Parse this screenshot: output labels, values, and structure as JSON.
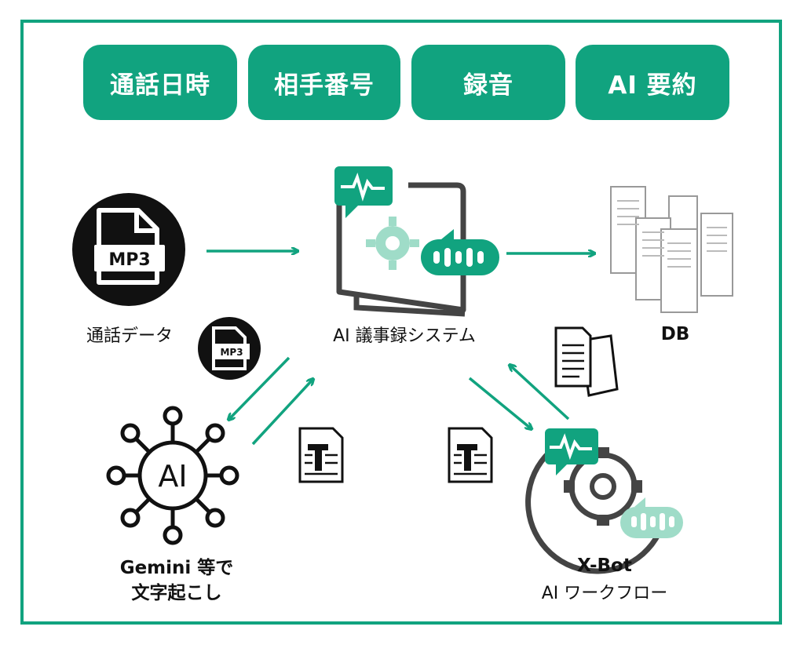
{
  "header_pills": [
    {
      "label": "通話日時"
    },
    {
      "label": "相手番号"
    },
    {
      "label": "録音"
    },
    {
      "label": "AI 要約"
    }
  ],
  "nodes": {
    "call_data": {
      "label": "通話データ",
      "file_label": "MP3"
    },
    "ai_system": {
      "label": "AI 議事録システム"
    },
    "db": {
      "label": "DB"
    },
    "gemini": {
      "line1": "Gemini 等で",
      "line2": "文字起こし",
      "icon_text": "AI"
    },
    "xbot": {
      "line1": "X-Bot",
      "line2": "AI ワークフロー"
    }
  },
  "colors": {
    "accent": "#11a37f",
    "accent_light": "#9fdcc8",
    "dark": "#111111",
    "gray": "#444444"
  }
}
